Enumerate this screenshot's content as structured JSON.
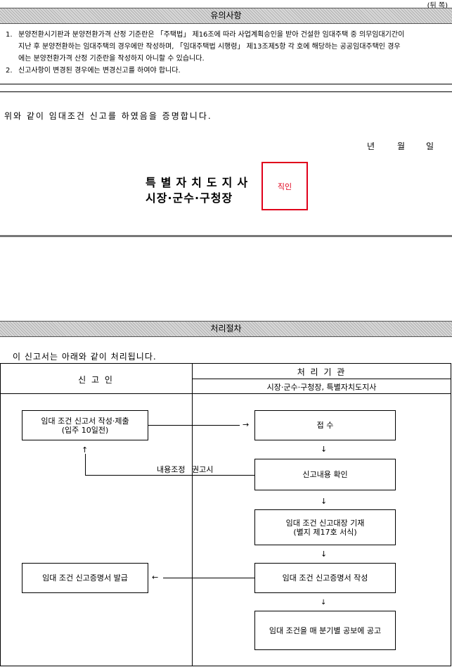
{
  "page_marker": "(뒤 쪽)",
  "notice": {
    "title": "유의사항",
    "items": [
      {
        "num": "1.",
        "lines": [
          "분양전환시기판과 분양전환가격 산정 기준란은 「주택법」 제16조에 따라 사업계획승인을 받아 건설한 임대주택 중 의무임대기간이",
          "지난 후 분양전환하는 임대주택의 경우에만 작성하며, 「임대주택법 시행령」 제13조제5항 각 호에 해당하는 공공임대주택인 경우",
          "에는 분양전환가격 산정 기준란을 작성하지 아니할 수 있습니다."
        ]
      },
      {
        "num": "2.",
        "lines": [
          "신고사항이 변경된 경우에는 변경신고를 하여야 합니다."
        ]
      }
    ]
  },
  "certification": {
    "statement": "위와 같이 임대조건 신고를 하였음을 증명합니다.",
    "date": {
      "year": "년",
      "month": "월",
      "day": "일"
    },
    "issuer_line1": "특별자치도지사",
    "issuer_line2": "시장·군수·구청장",
    "seal": "직인",
    "seal_color": "#e0001b"
  },
  "process": {
    "title": "처리절차",
    "intro": "이 신고서는 아래와 같이 처리됩니다.",
    "header_left": "신 고 인",
    "header_right": "처 리 기 관",
    "header_right_sub": "시장·군수·구청장, 특별자치도지사",
    "left_boxes": [
      {
        "line1": "임대 조건 신고서 작성·제출",
        "line2": "(입주 10일전)"
      },
      {
        "line1": "임대 조건 신고증명서 발급",
        "line2": ""
      }
    ],
    "right_boxes": [
      {
        "line1": "접 수",
        "line2": ""
      },
      {
        "line1": "신고내용 확인",
        "line2": ""
      },
      {
        "line1": "임대 조건 신고대장 기재",
        "line2": "(별지 제17호 서식)"
      },
      {
        "line1": "임대 조건 신고증명서 작성",
        "line2": ""
      },
      {
        "line1": "임대 조건을 매 분기별 공보에 공고",
        "line2": ""
      }
    ],
    "feedback_label": "내용조정 권고시"
  }
}
